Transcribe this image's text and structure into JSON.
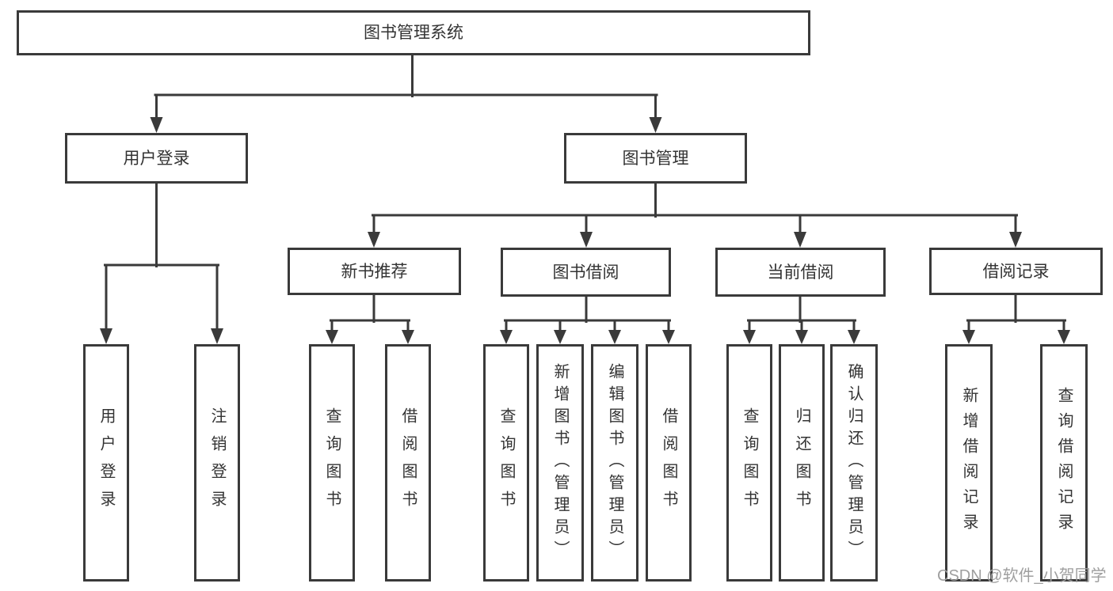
{
  "tree": {
    "label": "图书管理系统",
    "children": [
      {
        "label": "用户登录",
        "children": [
          {
            "label": "用户登录"
          },
          {
            "label": "注销登录"
          }
        ]
      },
      {
        "label": "图书管理",
        "children": [
          {
            "label": "新书推荐",
            "children": [
              {
                "label": "查询图书"
              },
              {
                "label": "借阅图书"
              }
            ]
          },
          {
            "label": "图书借阅",
            "children": [
              {
                "label": "查询图书"
              },
              {
                "label": "新增图书（管理员）"
              },
              {
                "label": "编辑图书（管理员）"
              },
              {
                "label": "借阅图书"
              }
            ]
          },
          {
            "label": "当前借阅",
            "children": [
              {
                "label": "查询图书"
              },
              {
                "label": "归还图书"
              },
              {
                "label": "确认归还（管理员）"
              }
            ]
          },
          {
            "label": "借阅记录",
            "children": [
              {
                "label": "新增借阅记录"
              },
              {
                "label": "查询借阅记录"
              }
            ]
          }
        ]
      }
    ]
  },
  "watermark": {
    "text": "CSDN @软件_小贺同学"
  },
  "colors": {
    "line": "#3a3a3a",
    "text": "#333333",
    "watermark": "#9f9f9f",
    "background": "#ffffff"
  }
}
